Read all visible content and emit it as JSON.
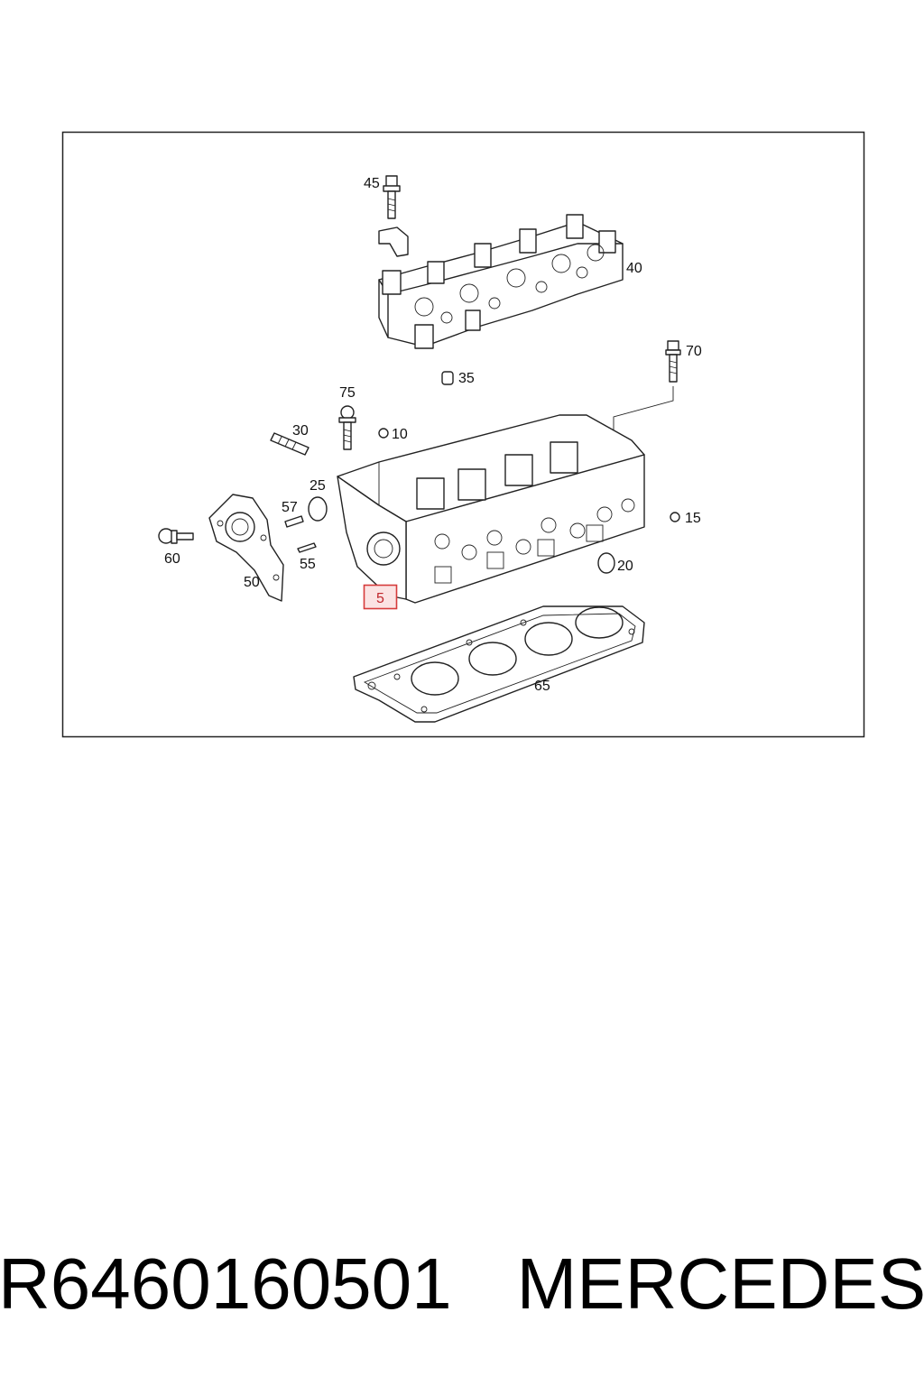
{
  "diagram": {
    "callouts": {
      "c45": "45",
      "c40": "40",
      "c70": "70",
      "c35": "35",
      "c75": "75",
      "c30": "30",
      "c10": "10",
      "c25": "25",
      "c57": "57",
      "c15": "15",
      "c60": "60",
      "c55": "55",
      "c20": "20",
      "c50": "50",
      "c5": "5",
      "c65": "65"
    },
    "highlighted_part": "5",
    "highlight_color": "#d63b3b"
  },
  "footer": {
    "part_number": "R6460160501",
    "brand": "MERCEDES"
  }
}
